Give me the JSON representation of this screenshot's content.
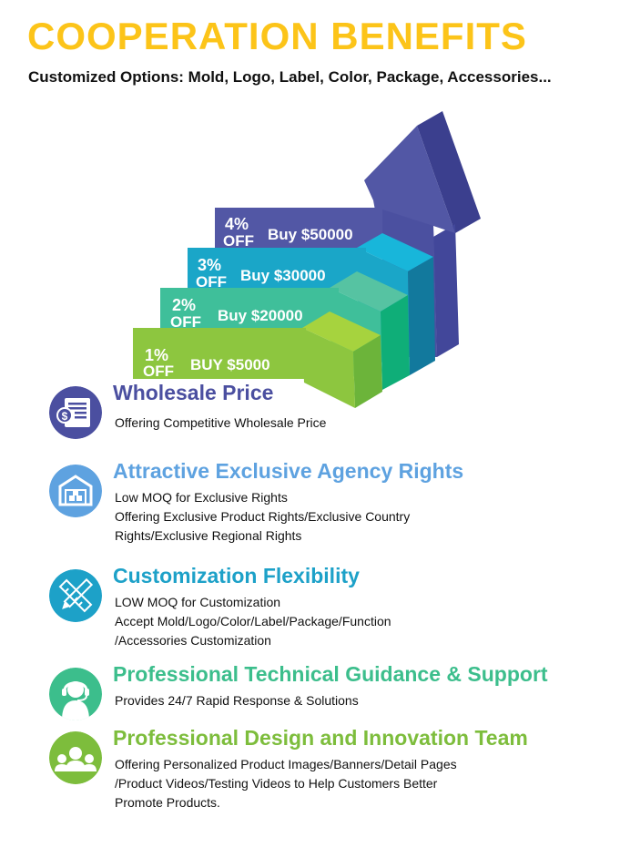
{
  "header": {
    "title": "COOPERATION BENEFITS",
    "subtitle": "Customized Options: Mold, Logo, Label, Color, Package, Accessories..."
  },
  "tiers": [
    {
      "percent": "1%",
      "off": "OFF",
      "label": "BUY $5000",
      "color": "#8dc63f"
    },
    {
      "percent": "2%",
      "off": "OFF",
      "label": "Buy $20000",
      "color": "#3fbf9a"
    },
    {
      "percent": "3%",
      "off": "OFF",
      "label": "Buy $30000",
      "color": "#1aa6c8"
    },
    {
      "percent": "4%",
      "off": "OFF",
      "label": "Buy $50000",
      "color": "#5257a5"
    }
  ],
  "benefits": [
    {
      "title": "Wholesale Price",
      "color": "#4b4fa0",
      "icon": "dollar-document-icon",
      "lines": [
        "Offering Competitive Wholesale Price"
      ]
    },
    {
      "title": "Attractive Exclusive Agency Rights",
      "color": "#5ea2e0",
      "icon": "warehouse-icon",
      "lines": [
        "Low MOQ for Exclusive Rights",
        "Offering Exclusive Product Rights/Exclusive Country",
        "Rights/Exclusive Regional Rights"
      ]
    },
    {
      "title": "Customization Flexibility",
      "color": "#1da1c8",
      "icon": "pencil-ruler-icon",
      "lines": [
        "LOW MOQ for Customization",
        "Accept Mold/Logo/Color/Label/Package/Function",
        "/Accessories Customization"
      ]
    },
    {
      "title": "Professional Technical Guidance & Support",
      "color": "#3cbe8c",
      "icon": "headset-support-icon",
      "lines": [
        "Provides 24/7 Rapid Response & Solutions"
      ]
    },
    {
      "title": "Professional Design and Innovation Team",
      "color": "#7dbd3c",
      "icon": "team-icon",
      "lines": [
        "Offering Personalized Product Images/Banners/Detail Pages",
        "/Product Videos/Testing Videos to Help Customers Better",
        "Promote Products."
      ]
    }
  ]
}
